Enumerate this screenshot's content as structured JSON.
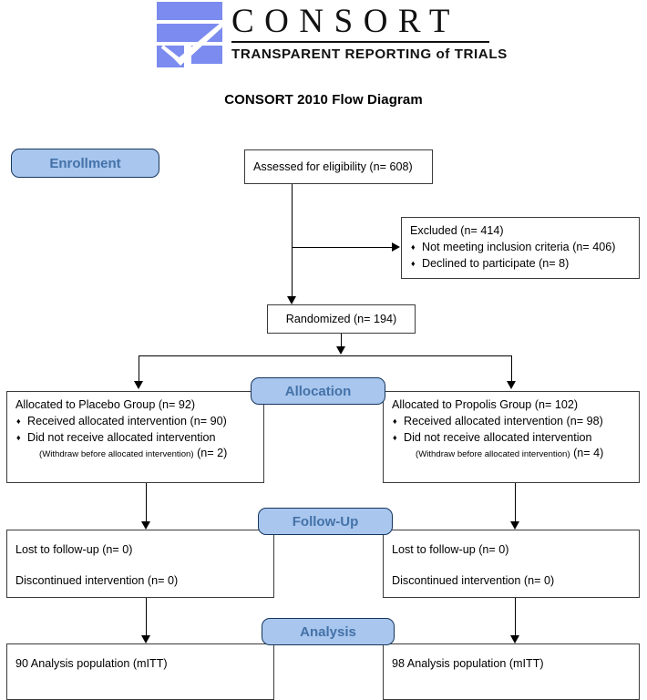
{
  "logo": {
    "brand": "CONSORT",
    "tagline_part1": "TRANSPARENT REPORTING",
    "tagline_of": "of",
    "tagline_part2": "TRIALS",
    "mark_color": "#7b8bef",
    "mark_name": "consort-checkmark-logo"
  },
  "title": "CONSORT 2010 Flow Diagram",
  "stages": {
    "enrollment": "Enrollment",
    "allocation": "Allocation",
    "followup": "Follow-Up",
    "analysis": "Analysis"
  },
  "colors": {
    "stage_fill": "#a8c6ee",
    "stage_border": "#16365c",
    "stage_text": "#4472a8",
    "box_border": "#3b3b3b",
    "connector": "#000000"
  },
  "enrollment": {
    "assessed": "Assessed for eligibility (n= 608)",
    "excluded_title": "Excluded (n= 414)",
    "excluded_items": [
      "Not meeting inclusion criteria (n= 406)",
      "Declined to participate (n= 8)"
    ],
    "randomized": "Randomized (n= 194)",
    "bullet_glyph": "♦"
  },
  "allocation": {
    "left": {
      "title": "Allocated to Placebo Group (n= 92)",
      "items": [
        "Received allocated intervention (n= 90)",
        "Did not receive allocated intervention"
      ],
      "sub_note": "(Withdraw before allocated intervention)",
      "sub_count": "(n= 2)"
    },
    "right": {
      "title": "Allocated to Propolis Group (n= 102)",
      "items": [
        "Received allocated intervention (n= 98)",
        "Did not receive allocated intervention"
      ],
      "sub_note": "(Withdraw before allocated intervention)",
      "sub_count": "(n= 4)"
    }
  },
  "followup": {
    "left": {
      "lost": "Lost to follow-up (n= 0)",
      "discontinued": "Discontinued intervention (n= 0)"
    },
    "right": {
      "lost": "Lost to follow-up (n= 0)",
      "discontinued": "Discontinued intervention (n= 0)"
    }
  },
  "analysis": {
    "left": "90 Analysis population (mITT)",
    "right": "98 Analysis population (mITT)"
  }
}
